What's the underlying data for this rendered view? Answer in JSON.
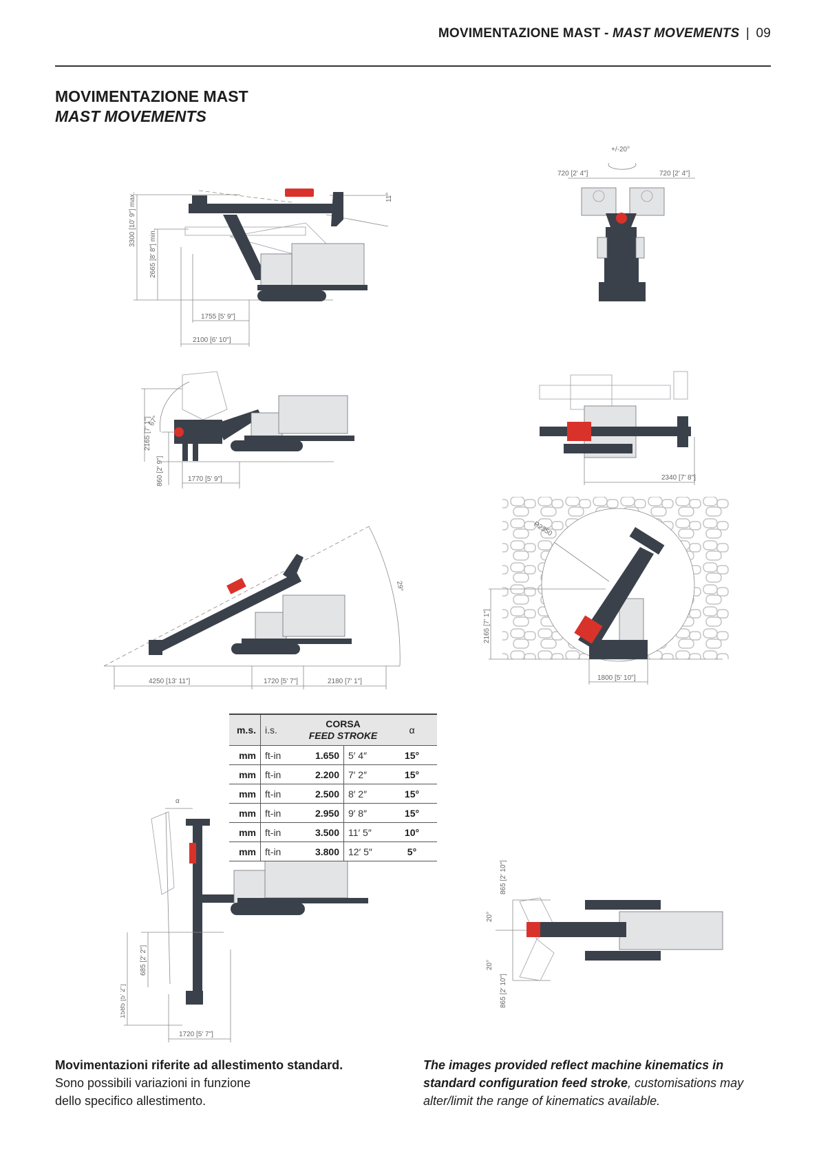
{
  "header": {
    "title_it": "MOVIMENTAZIONE MAST -",
    "title_en": "MAST MOVEMENTS",
    "separator": "|",
    "page_number": "09"
  },
  "title": {
    "line1": "MOVIMENTAZIONE MAST",
    "line2": "MAST MOVEMENTS"
  },
  "drawings": {
    "side_raised": {
      "height_max": "3300 [10' 9\"] max.",
      "height_min": "2665 [8' 8\"] min.",
      "dist1": "1755 [5' 9\"]",
      "dist2": "2100 [6' 10\"]",
      "angle": "11°"
    },
    "front_swing": {
      "angle": "+/-20°",
      "left": "720 [2' 4\"]",
      "right": "720 [2' 4\"]"
    },
    "side_lowered": {
      "angle": "67°",
      "height": "2165 [7' 1\"]",
      "low": "860 [2' 9\"]",
      "dist": "1770 [5' 9\"]"
    },
    "top_extended": {
      "dist": "2340 [7' 8\"]"
    },
    "side_inclined": {
      "d1": "4250 [13' 11\"]",
      "d2": "1720 [5' 7\"]",
      "d3": "2180 [7' 1\"]",
      "angle": "29°"
    },
    "tunnel": {
      "radius": "R2350",
      "height": "2165 [7' 1\"]",
      "width": "1800 [5' 10\"]"
    },
    "side_vertical": {
      "alpha": "α",
      "h1": "685 [2' 2\"]",
      "h2": "1585 [5' 2\"]",
      "dist": "1720 [5' 7\"]"
    },
    "top_rotated": {
      "top_dist": "865 [2' 10\"]",
      "top_angle": "20°",
      "bottom_angle": "20°",
      "bottom_dist": "865 [2' 10\"]"
    }
  },
  "table": {
    "headers": {
      "ms": "m.s.",
      "is": "i.s.",
      "corsa": "CORSA",
      "feed_stroke": "FEED STROKE",
      "alpha": "α"
    },
    "rows": [
      {
        "unit_ms": "mm",
        "unit_is": "ft-in",
        "mm": "1.650",
        "ftin": "5′ 4″",
        "alpha": "15°"
      },
      {
        "unit_ms": "mm",
        "unit_is": "ft-in",
        "mm": "2.200",
        "ftin": "7′ 2″",
        "alpha": "15°"
      },
      {
        "unit_ms": "mm",
        "unit_is": "ft-in",
        "mm": "2.500",
        "ftin": "8′ 2″",
        "alpha": "15°"
      },
      {
        "unit_ms": "mm",
        "unit_is": "ft-in",
        "mm": "2.950",
        "ftin": "9′ 8″",
        "alpha": "15°"
      },
      {
        "unit_ms": "mm",
        "unit_is": "ft-in",
        "mm": "3.500",
        "ftin": "11′ 5″",
        "alpha": "10°"
      },
      {
        "unit_ms": "mm",
        "unit_is": "ft-in",
        "mm": "3.800",
        "ftin": "12′ 5″",
        "alpha": "5°"
      }
    ]
  },
  "footer": {
    "it_bold": "Movimentazioni riferite ad allestimento standard.",
    "it_line2": "Sono possibili variazioni in funzione",
    "it_line3": "dello specifico allestimento.",
    "en_line1": "The images provided reflect machine kinematics in",
    "en_bold": "standard configuration feed stroke",
    "en_rest": ", customisations may",
    "en_line3": "alter/limit the range of kinematics available."
  }
}
